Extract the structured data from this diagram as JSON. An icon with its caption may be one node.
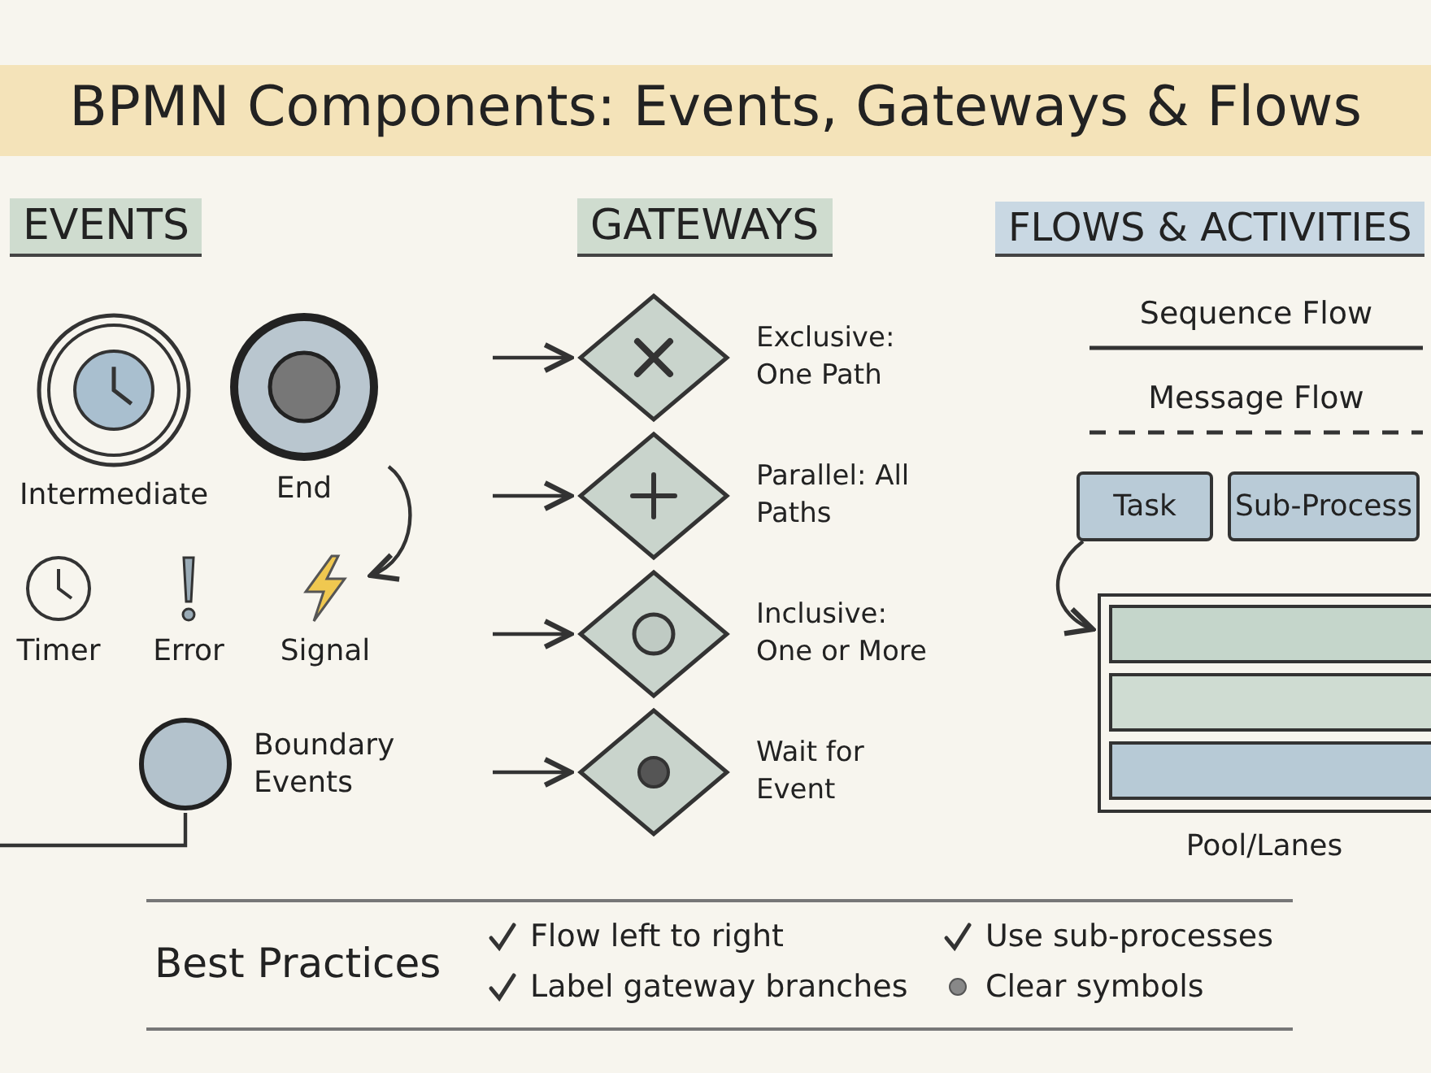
{
  "diagram": {
    "title": "BPMN Components: Events, Gateways & Flows",
    "nodes": [
      {
        "text": [
          "Intermediate"
        ]
      },
      {
        "text": [
          "End"
        ]
      },
      {
        "text": [
          "Timer"
        ]
      },
      {
        "text": [
          "Error"
        ]
      },
      {
        "text": [
          "Signal"
        ]
      },
      {
        "text": [
          "Boundary Events"
        ]
      },
      {
        "text": [],
        "shape": "diamond",
        "beside": [
          "Exclusive: One Path"
        ]
      },
      {
        "text": [],
        "shape": "diamond",
        "beside": [
          "Parallel: All Paths"
        ]
      },
      {
        "text": [],
        "shape": "diamond",
        "beside": [
          "Inclusive: One or More"
        ]
      },
      {
        "text": [],
        "shape": "diamond",
        "beside": [
          "Wait for Event"
        ]
      },
      {
        "text": [
          "Task"
        ]
      },
      {
        "text": [
          "Sub-Process"
        ]
      },
      {
        "text": [
          "Pool/Lanes"
        ]
      }
    ],
    "edges": [
      {
        "from": 1,
        "to": 4,
        "arrow": "to"
      },
      {
        "from": 5,
        "to": null,
        "arrow": "none"
      },
      {
        "from": null,
        "to": 6,
        "arrow": "to"
      },
      {
        "from": null,
        "to": 7,
        "arrow": "to"
      },
      {
        "from": null,
        "to": 8,
        "arrow": "to"
      },
      {
        "from": null,
        "to": 9,
        "arrow": "to"
      },
      {
        "from": 10,
        "to": 12,
        "arrow": "to"
      }
    ],
    "labels": [
      "EVENTS",
      "GATEWAYS",
      "FLOWS & ACTIVITIES",
      "Best Practices",
      "Flow left to right",
      "Use sub-processes",
      "Label gateway branches",
      "Clear symbols"
    ],
    "legend": [
      {
        "text": "Sequence Flow"
      },
      {
        "text": "Message Flow"
      }
    ]
  }
}
